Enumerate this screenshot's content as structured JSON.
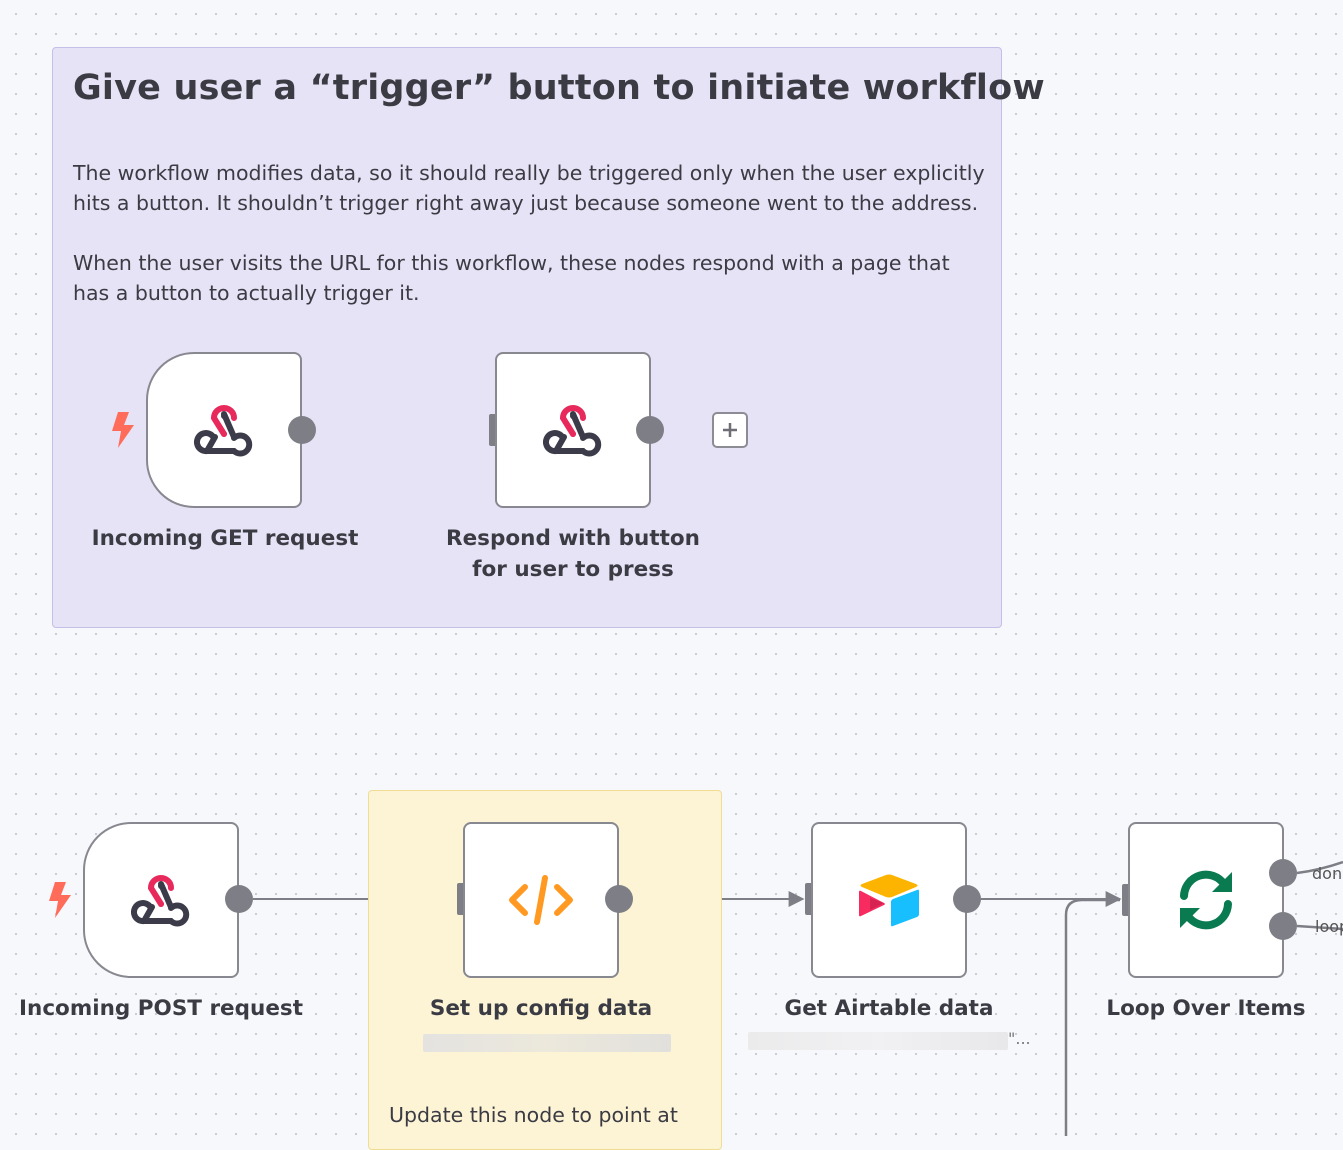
{
  "canvas": {
    "sticky_notes": [
      {
        "title": "Give user a “trigger” button to initiate workflow",
        "paragraphs": [
          "The workflow modifies data, so it should really be triggered only when the user explicitly hits a button. It shouldn’t trigger right away just because someone went to the address.",
          "When the user visits the URL for this workflow, these nodes respond with a page that has a button to actually trigger it."
        ],
        "color": "#e6e3f6"
      },
      {
        "text": "Update this node to point at",
        "color": "#fdf4d6"
      }
    ],
    "nodes": [
      {
        "name": "Incoming GET request",
        "icon": "webhook-icon",
        "type": "trigger"
      },
      {
        "name": "Respond with button for user to press",
        "line1": "Respond with button",
        "line2": "for user to press",
        "icon": "webhook-icon"
      },
      {
        "name": "Incoming POST request",
        "icon": "webhook-icon",
        "type": "trigger"
      },
      {
        "name": "Set up config data",
        "icon": "code-icon"
      },
      {
        "name": "Get Airtable data",
        "icon": "airtable-icon"
      },
      {
        "name": "Loop Over Items",
        "icon": "loop-icon"
      }
    ],
    "loop_outputs": [
      "done",
      "loop"
    ],
    "airtable_subtitle_suffix": "\"...",
    "colors": {
      "webhook_red": "#e8295b",
      "webhook_dark": "#3b3b4a",
      "trigger_bolt": "#ff6d5a",
      "code_orange": "#ff9922",
      "loop_green": "#0a7a51",
      "connector": "#7e7e86"
    }
  }
}
